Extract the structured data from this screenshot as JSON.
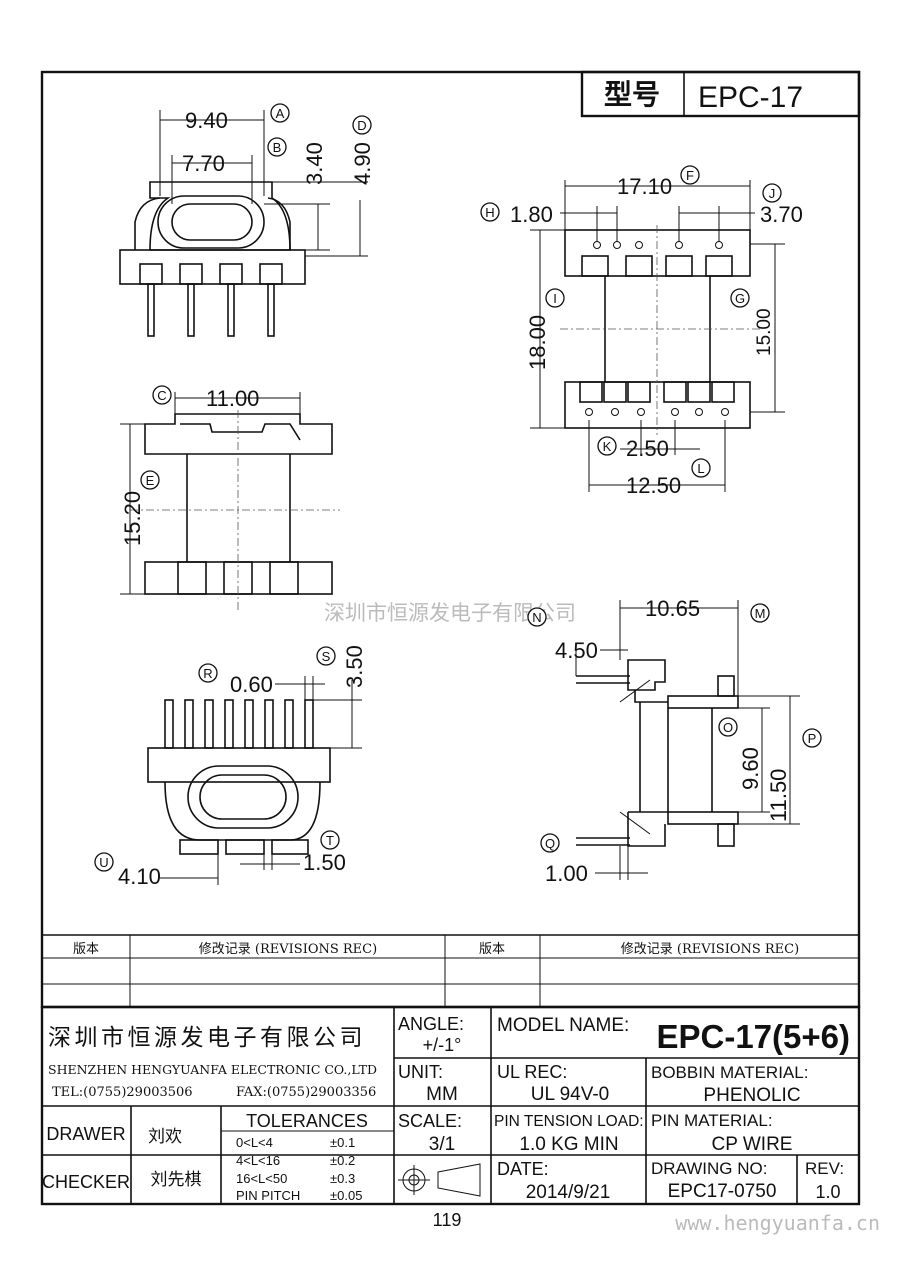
{
  "title_box": {
    "label": "型号",
    "model": "EPC-17"
  },
  "views": {
    "top_view": {
      "dims": [
        "9.40",
        "7.70",
        "3.40",
        "4.90"
      ],
      "markers": [
        "A",
        "B",
        "D"
      ]
    },
    "front_view": {
      "dims": [
        "11.00",
        "15.20"
      ],
      "markers": [
        "C",
        "E"
      ]
    },
    "bottom_view": {
      "dims": [
        "0.60",
        "3.50",
        "4.10",
        "1.50"
      ],
      "markers": [
        "R",
        "S",
        "T",
        "U"
      ]
    },
    "pin_view": {
      "dims": [
        "17.10",
        "1.80",
        "3.70",
        "18.00",
        "15.00",
        "2.50",
        "12.50"
      ],
      "markers": [
        "F",
        "H",
        "J",
        "I",
        "G",
        "K",
        "L"
      ]
    },
    "side_view": {
      "dims": [
        "10.65",
        "4.50",
        "9.60",
        "11.50",
        "1.00"
      ],
      "markers": [
        "N",
        "M",
        "O",
        "P",
        "Q"
      ]
    }
  },
  "watermark": "深圳市恒源发电子有限公司",
  "revisions": {
    "col_version": "版本",
    "col_record": "修改记录 (REVISIONS REC)"
  },
  "company": {
    "name_cn": "深圳市恒源发电子有限公司",
    "name_en": "SHENZHEN HENGYUANFA ELECTRONIC CO.,LTD",
    "tel": "TEL:(0755)29003506",
    "fax": "FAX:(0755)29003356"
  },
  "fields": {
    "angle_label": "ANGLE:",
    "angle_value": "+/-1°",
    "model_name_label": "MODEL NAME:",
    "model_name_value": "EPC-17(5+6)",
    "unit_label": "UNIT:",
    "unit_value": "MM",
    "ul_label": "UL REC:",
    "ul_value": "UL 94V-0",
    "bobbin_label": "BOBBIN MATERIAL:",
    "bobbin_value": "PHENOLIC",
    "scale_label": "SCALE:",
    "scale_value": "3/1",
    "pin_tension_label": "PIN TENSION LOAD:",
    "pin_tension_value": "1.0 KG MIN",
    "pin_material_label": "PIN MATERIAL:",
    "pin_material_value": "CP WIRE",
    "date_label": "DATE:",
    "date_value": "2014/9/21",
    "drawing_no_label": "DRAWING NO:",
    "drawing_no_value": "EPC17-0750",
    "rev_label": "REV:",
    "rev_value": "1.0",
    "drawer_label": "DRAWER",
    "drawer_value": "刘欢",
    "checker_label": "CHECKER",
    "checker_value": "刘先棋"
  },
  "tolerances": {
    "title": "TOLERANCES",
    "rows": [
      {
        "range": "0<L<4",
        "tol": "±0.1"
      },
      {
        "range": "4<L<16",
        "tol": "±0.2"
      },
      {
        "range": "16<L<50",
        "tol": "±0.3"
      },
      {
        "range": "PIN PITCH",
        "tol": "±0.05"
      }
    ]
  },
  "page_number": "119",
  "website": "www.hengyuanfa.cn"
}
